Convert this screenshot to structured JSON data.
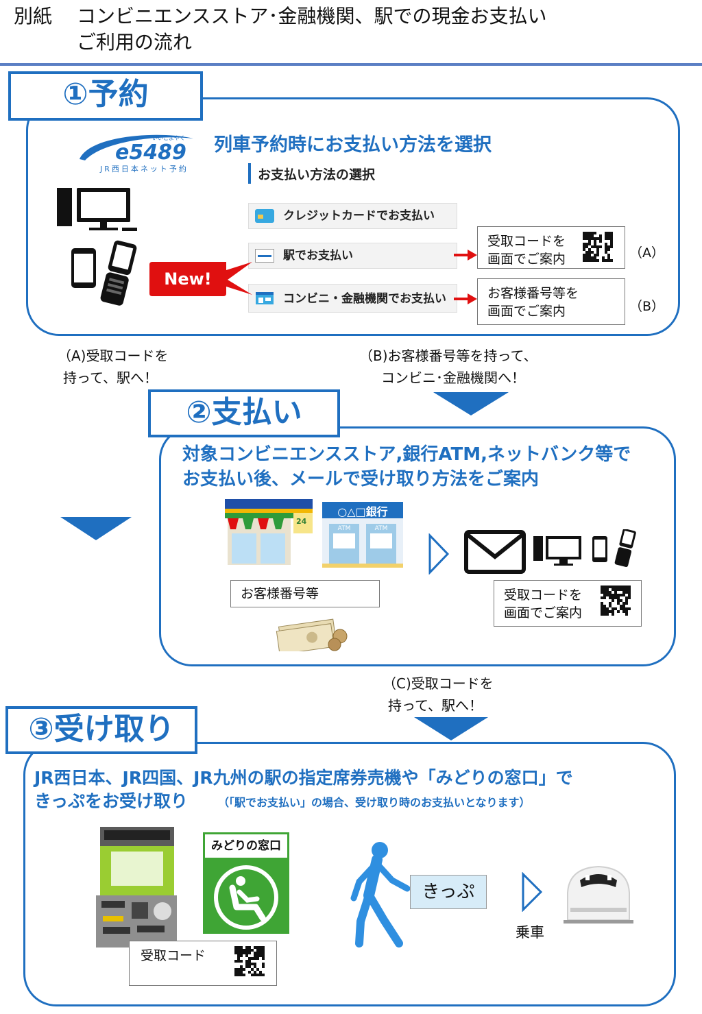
{
  "header": {
    "label": "別紙",
    "title_line1": "コンビニエンスストア･金融機関、駅での現金お支払い",
    "title_line2": "ご利用の流れ"
  },
  "step1": {
    "tab": "①予約",
    "logo_text": "e5489",
    "logo_sub": "JR西日本ネット予約",
    "logo_ruby": "いいこよやく",
    "headline": "列車予約時にお支払い方法を選択",
    "method_heading": "お支払い方法の選択",
    "options": [
      "クレジットカードでお支払い",
      "駅でお支払い",
      "コンビニ・金融機関でお支払い"
    ],
    "new_badge": "New!",
    "result_a_line1": "受取コードを",
    "result_a_line2": "画面でご案内",
    "result_a_tag": "（A）",
    "result_b_line1": "お客様番号等を",
    "result_b_line2": "画面でご案内",
    "result_b_tag": "（B）"
  },
  "flow_a": {
    "line1": "（A)受取コードを",
    "line2": "持って、駅へ！"
  },
  "flow_b": {
    "line1": "（B)お客様番号等を持って、",
    "line2": "コンビニ･金融機関へ！"
  },
  "step2": {
    "tab": "②支払い",
    "headline1": "対象コンビニエンスストア,銀行ATM,ネットバンク等で",
    "headline2": "お支払い後、メールで受け取り方法をご案内",
    "store_24": "24",
    "bank_sign": "○△□銀行",
    "atm_label": "ATM",
    "customer_no": "お客様番号等",
    "mail_line1": "受取コードを",
    "mail_line2": "画面でご案内"
  },
  "flow_c": {
    "line1": "（C)受取コードを",
    "line2": "持って、駅へ！"
  },
  "step3": {
    "tab": "③受け取り",
    "headline1": "JR西日本、JR四国、JR九州の駅の指定席券売機や「みどりの窓口」で",
    "headline2": "きっぷをお受け取り",
    "note": "（「駅でお支払い」の場合、受け取り時のお支払いとなります）",
    "midori_label": "みどりの窓口",
    "ticket": "きっぷ",
    "board": "乗車",
    "receipt_code": "受取コード"
  },
  "colors": {
    "brand_blue": "#1f6fc0",
    "new_red": "#e01010",
    "arrow_red": "#e01010",
    "ticket_bg": "#d7ecf8",
    "midori_green": "#3fa535"
  }
}
